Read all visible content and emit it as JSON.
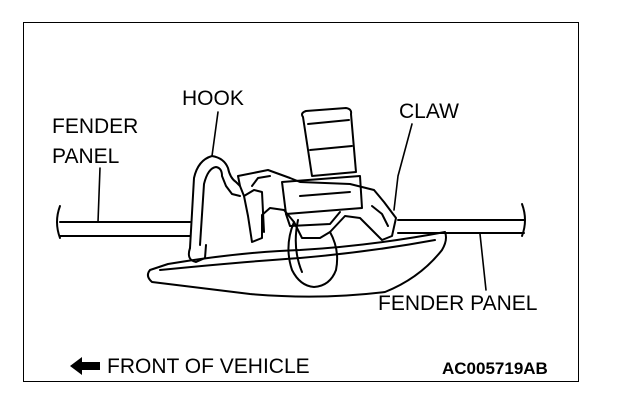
{
  "labels": {
    "fender_panel_left_line1": "FENDER",
    "fender_panel_left_line2": "PANEL",
    "hook": "HOOK",
    "claw": "CLAW",
    "fender_panel_right": "FENDER PANEL",
    "front_of_vehicle": "FRONT OF VEHICLE",
    "figure_code": "AC005719AB"
  },
  "icons": {
    "direction_arrow": "left-arrow-icon"
  }
}
